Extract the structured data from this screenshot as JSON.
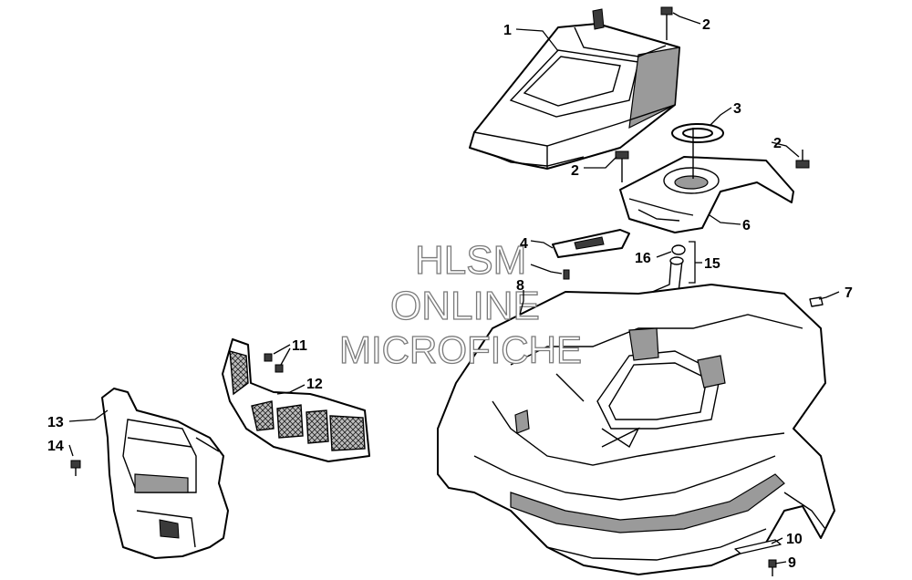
{
  "watermark": {
    "line1": "HLSM",
    "line2": "ONLINE",
    "line3": "MICROFICHE"
  },
  "callouts": [
    {
      "id": "c1",
      "label": "1"
    },
    {
      "id": "c2a",
      "label": "2"
    },
    {
      "id": "c3",
      "label": "3"
    },
    {
      "id": "c2b",
      "label": "2"
    },
    {
      "id": "c2c",
      "label": "2"
    },
    {
      "id": "c6",
      "label": "6"
    },
    {
      "id": "c4",
      "label": "4"
    },
    {
      "id": "c16",
      "label": "16"
    },
    {
      "id": "c15",
      "label": "15"
    },
    {
      "id": "c7",
      "label": "7"
    },
    {
      "id": "c8",
      "label": "8"
    },
    {
      "id": "c11",
      "label": "11"
    },
    {
      "id": "c12",
      "label": "12"
    },
    {
      "id": "c13",
      "label": "13"
    },
    {
      "id": "c14",
      "label": "14"
    },
    {
      "id": "c10",
      "label": "10"
    },
    {
      "id": "c9",
      "label": "9"
    }
  ]
}
